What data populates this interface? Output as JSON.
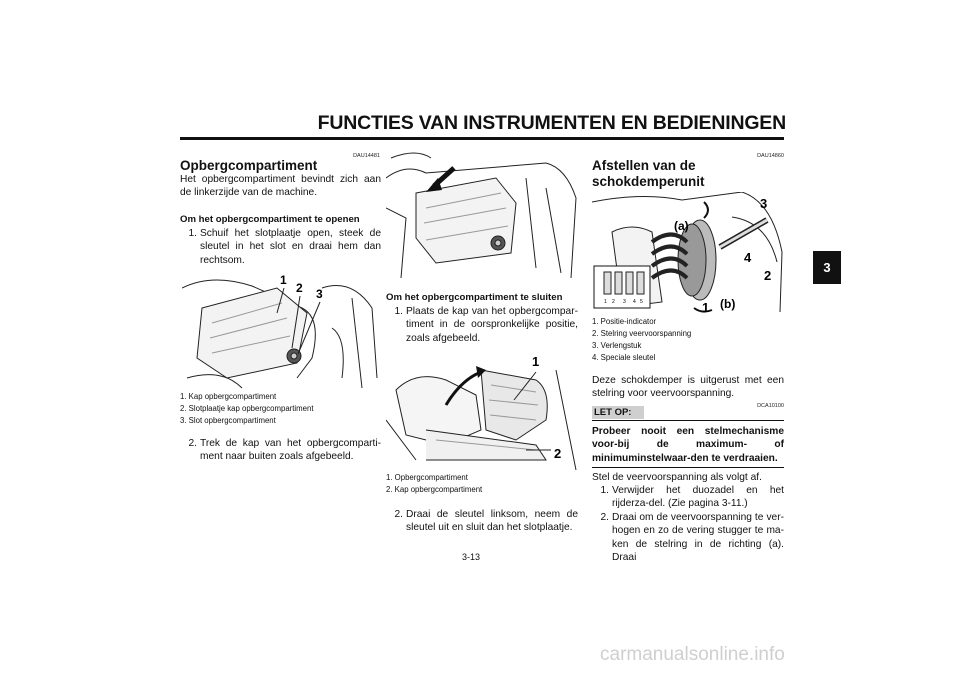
{
  "header": {
    "title": "FUNCTIES VAN INSTRUMENTEN EN BEDIENINGEN"
  },
  "chapter_tab": "3",
  "page_number": "3-13",
  "watermark": "carmanualsonline.info",
  "left": {
    "code": "DAU14481",
    "title": "Opbergcompartiment",
    "intro": "Het opbergcompartiment bevindt zich aan de linkerzijde van de machine.",
    "open_heading": "Om het opbergcompartiment te openen",
    "open_steps": [
      {
        "n": "1.",
        "text": "Schuif het slotplaatje open, steek de sleutel in het slot en draai hem dan rechtsom."
      },
      {
        "n": "2.",
        "text": "Trek de kap van het opbergcomparti-ment naar buiten zoals afgebeeld."
      }
    ],
    "fig_callouts": [
      "1",
      "2",
      "3"
    ],
    "captions": [
      "1. Kap opbergcompartiment",
      "2. Slotplaatje kap opbergcompartiment",
      "3. Slot opbergcompartiment"
    ]
  },
  "middle": {
    "close_heading": "Om het opbergcompartiment te sluiten",
    "close_steps": [
      {
        "n": "1.",
        "text": "Plaats de kap van het opbergcompar-timent in de oorspronkelijke positie, zoals afgebeeld."
      },
      {
        "n": "2.",
        "text": "Draai de sleutel linksom, neem de sleutel uit en sluit dan het slotplaatje."
      }
    ],
    "fig_callouts": [
      "1",
      "2"
    ],
    "captions": [
      "1. Opbergcompartiment",
      "2. Kap opbergcompartiment"
    ]
  },
  "right": {
    "code": "DAU14860",
    "title_line1": "Afstellen van de",
    "title_line2": "schokdemperunit",
    "fig_callouts": [
      "3",
      "4",
      "2",
      "1"
    ],
    "fig_labels": [
      "(a)",
      "(b)"
    ],
    "scale_digits": [
      "1",
      "2",
      "3",
      "4",
      "5"
    ],
    "captions": [
      "1. Positie-indicator",
      "2. Stelring veervoorspanning",
      "3. Verlengstuk",
      "4. Speciale sleutel"
    ],
    "body": "Deze schokdemper is uitgerust met een stelring voor veervoorspanning.",
    "notice_label": "LET OP:",
    "notice_code": "DCA10100",
    "notice_text": "Probeer nooit een stelmechanisme voor-bij de maximum- of minimuminstelwaar-den te verdraaien.",
    "steps_intro": "Stel de veervoorspanning als volgt af.",
    "steps": [
      {
        "n": "1.",
        "text": "Verwijder het duozadel en het rijderza-del. (Zie pagina 3-11.)"
      },
      {
        "n": "2.",
        "text": "Draai om de veervoorspanning te ver-hogen en zo de vering stugger te ma-ken de stelring in de richting (a). Draai"
      }
    ]
  }
}
